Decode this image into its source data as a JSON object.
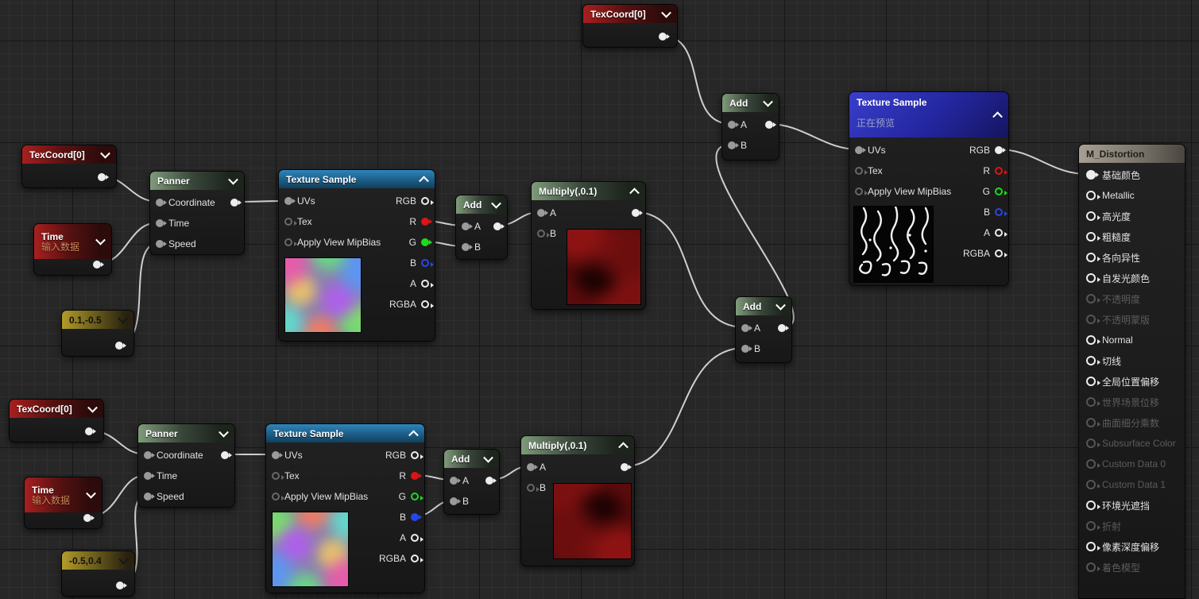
{
  "palette": {
    "wire": "#d8d8d8",
    "header_red": "#a81f1f",
    "header_green": "#7f9b7a",
    "header_teal": "#2f85bc",
    "header_indigo": "#3a3ecb",
    "header_yellow": "#b39b2a",
    "header_tan": "#a79f93",
    "pin_red": "#e01313",
    "pin_green": "#1ddb1d",
    "pin_blue": "#2547ec"
  },
  "nodes": {
    "texcoord": {
      "title": "TexCoord[0]"
    },
    "time": {
      "title": "Time",
      "subtitle": "输入数据"
    },
    "const_top": {
      "title": "0.1,-0.5"
    },
    "const_bottom": {
      "title": "-0.5,0.4"
    },
    "panner": {
      "title": "Panner",
      "coordinate": "Coordinate",
      "time": "Time",
      "speed": "Speed"
    },
    "add": {
      "title": "Add",
      "a": "A",
      "b": "B"
    },
    "multiply": {
      "title": "Multiply(,0.1)",
      "a": "A",
      "b": "B"
    },
    "texture_sample": {
      "title": "Texture Sample",
      "inputs": {
        "uvs": "UVs",
        "tex": "Tex",
        "mipbias": "Apply View MipBias"
      },
      "outputs": {
        "rgb": "RGB",
        "r": "R",
        "g": "G",
        "b": "B",
        "a": "A",
        "rgba": "RGBA"
      }
    },
    "texture_sample_preview": {
      "title": "Texture Sample",
      "subtitle": "正在预览"
    },
    "m_distortion": {
      "title": "M_Distortion",
      "pins": [
        {
          "label": "基础颜色",
          "state": "connected"
        },
        {
          "label": "Metallic",
          "state": "on"
        },
        {
          "label": "高光度",
          "state": "on"
        },
        {
          "label": "粗糙度",
          "state": "on"
        },
        {
          "label": "各向异性",
          "state": "on"
        },
        {
          "label": "自发光颜色",
          "state": "on"
        },
        {
          "label": "不透明度",
          "state": "off"
        },
        {
          "label": "不透明蒙版",
          "state": "off"
        },
        {
          "label": "Normal",
          "state": "on"
        },
        {
          "label": "切线",
          "state": "on"
        },
        {
          "label": "全局位置偏移",
          "state": "on"
        },
        {
          "label": "世界场景位移",
          "state": "off"
        },
        {
          "label": "曲面细分乘数",
          "state": "off"
        },
        {
          "label": "Subsurface Color",
          "state": "off"
        },
        {
          "label": "Custom Data 0",
          "state": "off"
        },
        {
          "label": "Custom Data 1",
          "state": "off"
        },
        {
          "label": "环境光遮挡",
          "state": "on"
        },
        {
          "label": "折射",
          "state": "off"
        },
        {
          "label": "像素深度偏移",
          "state": "on"
        },
        {
          "label": "着色模型",
          "state": "off"
        }
      ]
    }
  }
}
